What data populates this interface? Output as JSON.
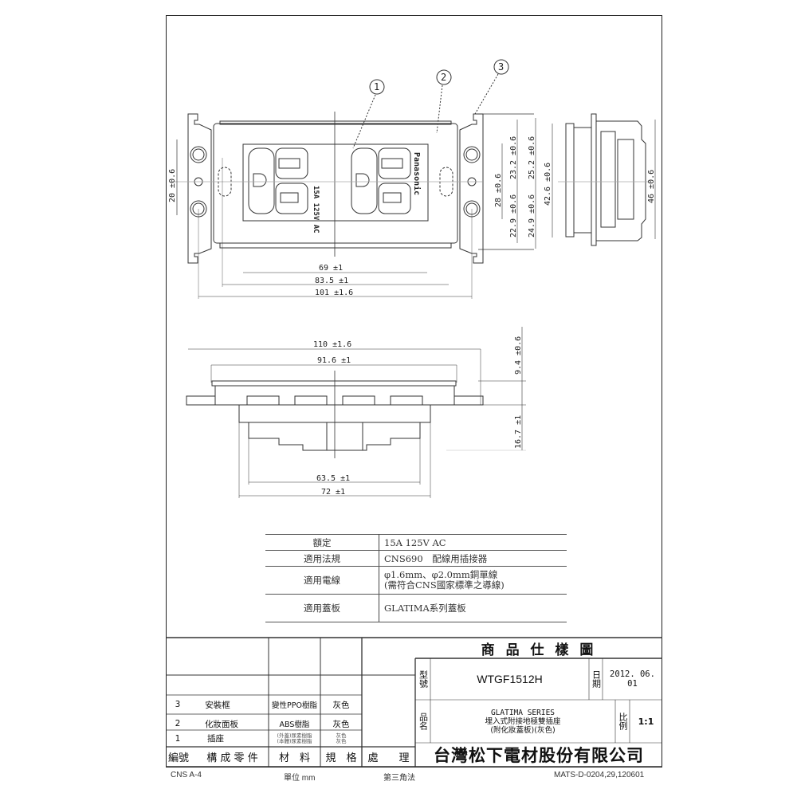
{
  "drawing": {
    "balloons": [
      "1",
      "2",
      "3"
    ],
    "front_view": {
      "outlet_label": "15A 125V AC",
      "brand": "Panasonic",
      "dims": {
        "height_mount": "20 ±0.6",
        "w_inner": "69 ±1",
        "w_plate": "83.5 ±1",
        "w_frame": "101 ±1.6",
        "h_28": "28 ±0.6",
        "h_23_2": "23.2 ±0.6",
        "h_22_9": "22.9 ±0.6",
        "h_25_2": "25.2 ±0.6",
        "h_24_9": "24.9 ±0.6",
        "h_42_6": "42.6 ±0.6"
      }
    },
    "side_view": {
      "dims": {
        "h_46": "46 ±0.6"
      }
    },
    "bottom_view": {
      "dims": {
        "w_110": "110 ±1.6",
        "w_91_6": "91.6 ±1",
        "d_9_4": "9.4 ±0.6",
        "d_16_7": "16.7 ±1",
        "w_63_5": "63.5 ±1",
        "w_72": "72 ±1"
      }
    }
  },
  "spec_table": {
    "rows": [
      {
        "label": "額定",
        "value": "15A 125V AC"
      },
      {
        "label": "適用法規",
        "value": "CNS690　配線用插接器"
      },
      {
        "label": "適用電線",
        "value": "φ1.6mm、φ2.0mm銅單線",
        "value2": "(需符合CNS國家標準之導線)"
      },
      {
        "label": "適用蓋板",
        "value": "GLATIMA系列蓋板"
      }
    ]
  },
  "parts_list": {
    "headers": {
      "no": "編號",
      "part": "構 成 零 件",
      "material": "材　料",
      "spec": "規　格",
      "process": "處　　理"
    },
    "rows": [
      {
        "no": "3",
        "part": "安裝框",
        "material": "變性PPO樹脂",
        "spec": "灰色"
      },
      {
        "no": "2",
        "part": "化妝面板",
        "material": "ABS樹脂",
        "spec": "灰色"
      },
      {
        "no": "1",
        "part": "插座",
        "material": "(外蓋)尿素樹脂",
        "material2": "(本體)尿素樹脂",
        "spec": "灰色",
        "spec2": "灰色"
      }
    ]
  },
  "title_block": {
    "title": "商 品 仕 樣 圖",
    "model_label": "型號",
    "model": "WTGF1512H",
    "date_label": "日期",
    "date": "2012. 06. 01",
    "name_label": "品名",
    "name_line1": "GLATIMA SERIES",
    "name_line2": "埋入式附接地極雙插座",
    "name_line3": "(附化妝蓋板)(灰色)",
    "scale_label": "比例",
    "scale": "1:1",
    "company": "台灣松下電材股份有限公司"
  },
  "footer": {
    "paper": "CNS A-4",
    "unit": "單位 mm",
    "projection": "第三角法",
    "doc_no": "MATS-D-0204,29,120601"
  }
}
